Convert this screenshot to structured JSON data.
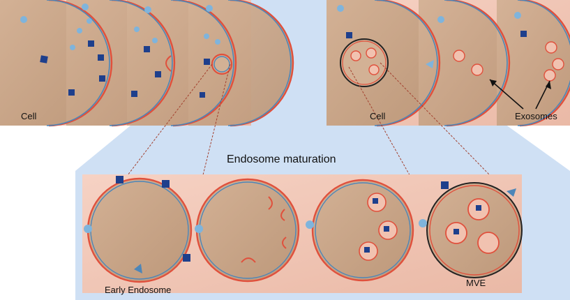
{
  "labels": {
    "cell_left": "Cell",
    "cell_right": "Cell",
    "exosomes": "Exosomes",
    "maturation_title": "Endosome maturation",
    "early_endosome": "Early Endosome",
    "mve": "MVE"
  },
  "colors": {
    "background_blue": "#cfe0f4",
    "cell_tan": "#c7a487",
    "cytoplasm_pink": "#f0c6b6",
    "membrane_red": "#e0503c",
    "membrane_blue": "#4d86b8",
    "marker_navy": "#1e3f8c",
    "marker_light": "#7fb4dc",
    "connector_red": "#a3402e"
  },
  "icons": {
    "square_marker": "cargo-square-icon",
    "round_marker": "cargo-round-icon",
    "cone_marker": "cargo-cone-icon"
  }
}
